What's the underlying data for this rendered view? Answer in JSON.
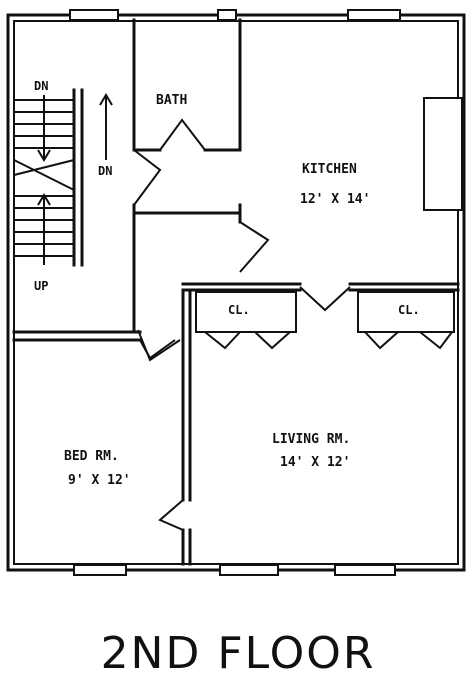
{
  "title": "2ND FLOOR",
  "rooms": {
    "bath": {
      "name": "BATH"
    },
    "kitchen": {
      "name": "KITCHEN",
      "size": "12' X 14'"
    },
    "closet_left": {
      "name": "CL."
    },
    "closet_right": {
      "name": "CL."
    },
    "living": {
      "name": "LIVING RM.",
      "size": "14' X 12'"
    },
    "bed": {
      "name": "BED RM.",
      "size": "9' X 12'"
    }
  },
  "stairs": {
    "dn_upper": "DN",
    "dn_lower": "DN",
    "up": "UP"
  }
}
